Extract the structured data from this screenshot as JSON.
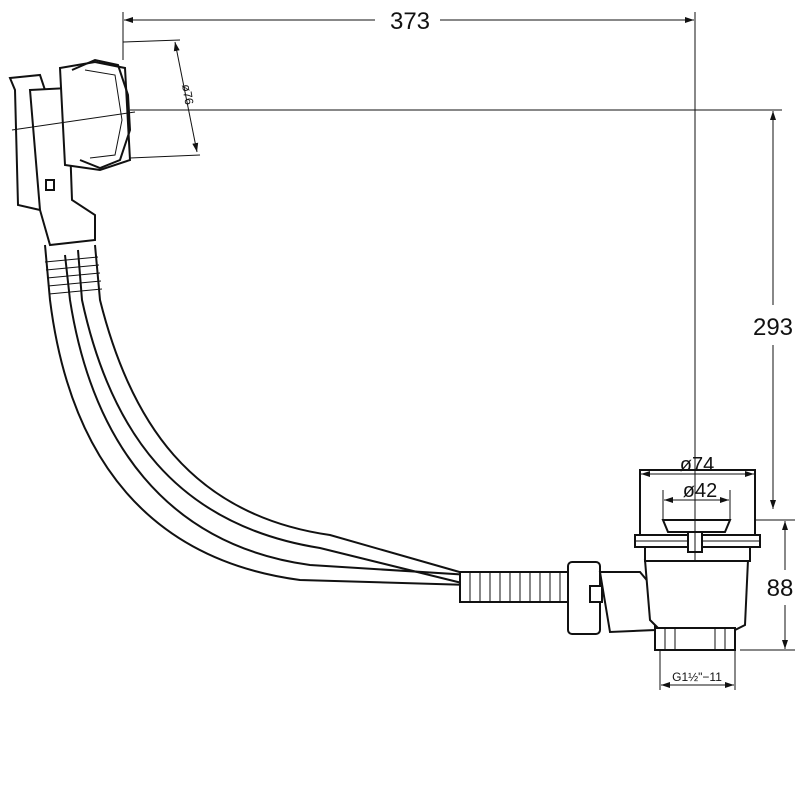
{
  "dimensions": {
    "overall_length": "373",
    "height": "293",
    "waste_height": "88",
    "rosette_diameter": "ø74",
    "plug_diameter": "ø42",
    "overflow_diameter": "ø76",
    "thread": "G1½\"−11"
  }
}
